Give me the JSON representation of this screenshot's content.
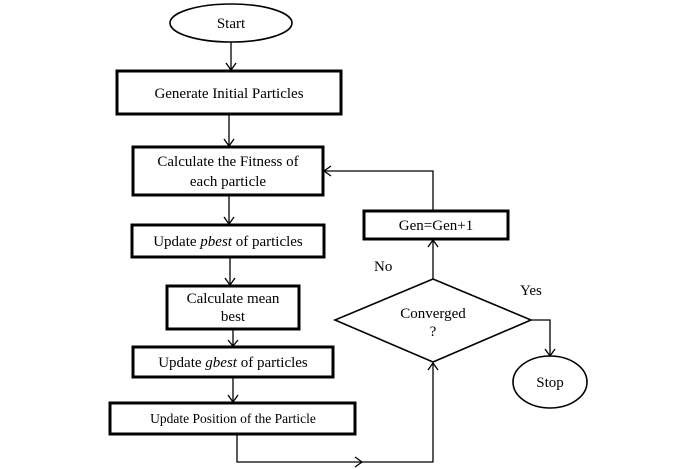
{
  "nodes": {
    "start": "Start",
    "generate": "Generate Initial Particles",
    "fitness_line1": "Calculate the Fitness of",
    "fitness_line2": "each particle",
    "pbest_pre": "Update ",
    "pbest_em": "pbest",
    "pbest_post": " of particles",
    "mean_line1": "Calculate mean",
    "mean_line2": "best",
    "gbest_pre": "Update ",
    "gbest_em": "gbest",
    "gbest_post": " of particles",
    "position": "Update Position of the Particle",
    "converged_line1": "Converged",
    "converged_line2": "?",
    "gen": "Gen=Gen+1",
    "stop": "Stop"
  },
  "edges": {
    "no": "No",
    "yes": "Yes"
  }
}
